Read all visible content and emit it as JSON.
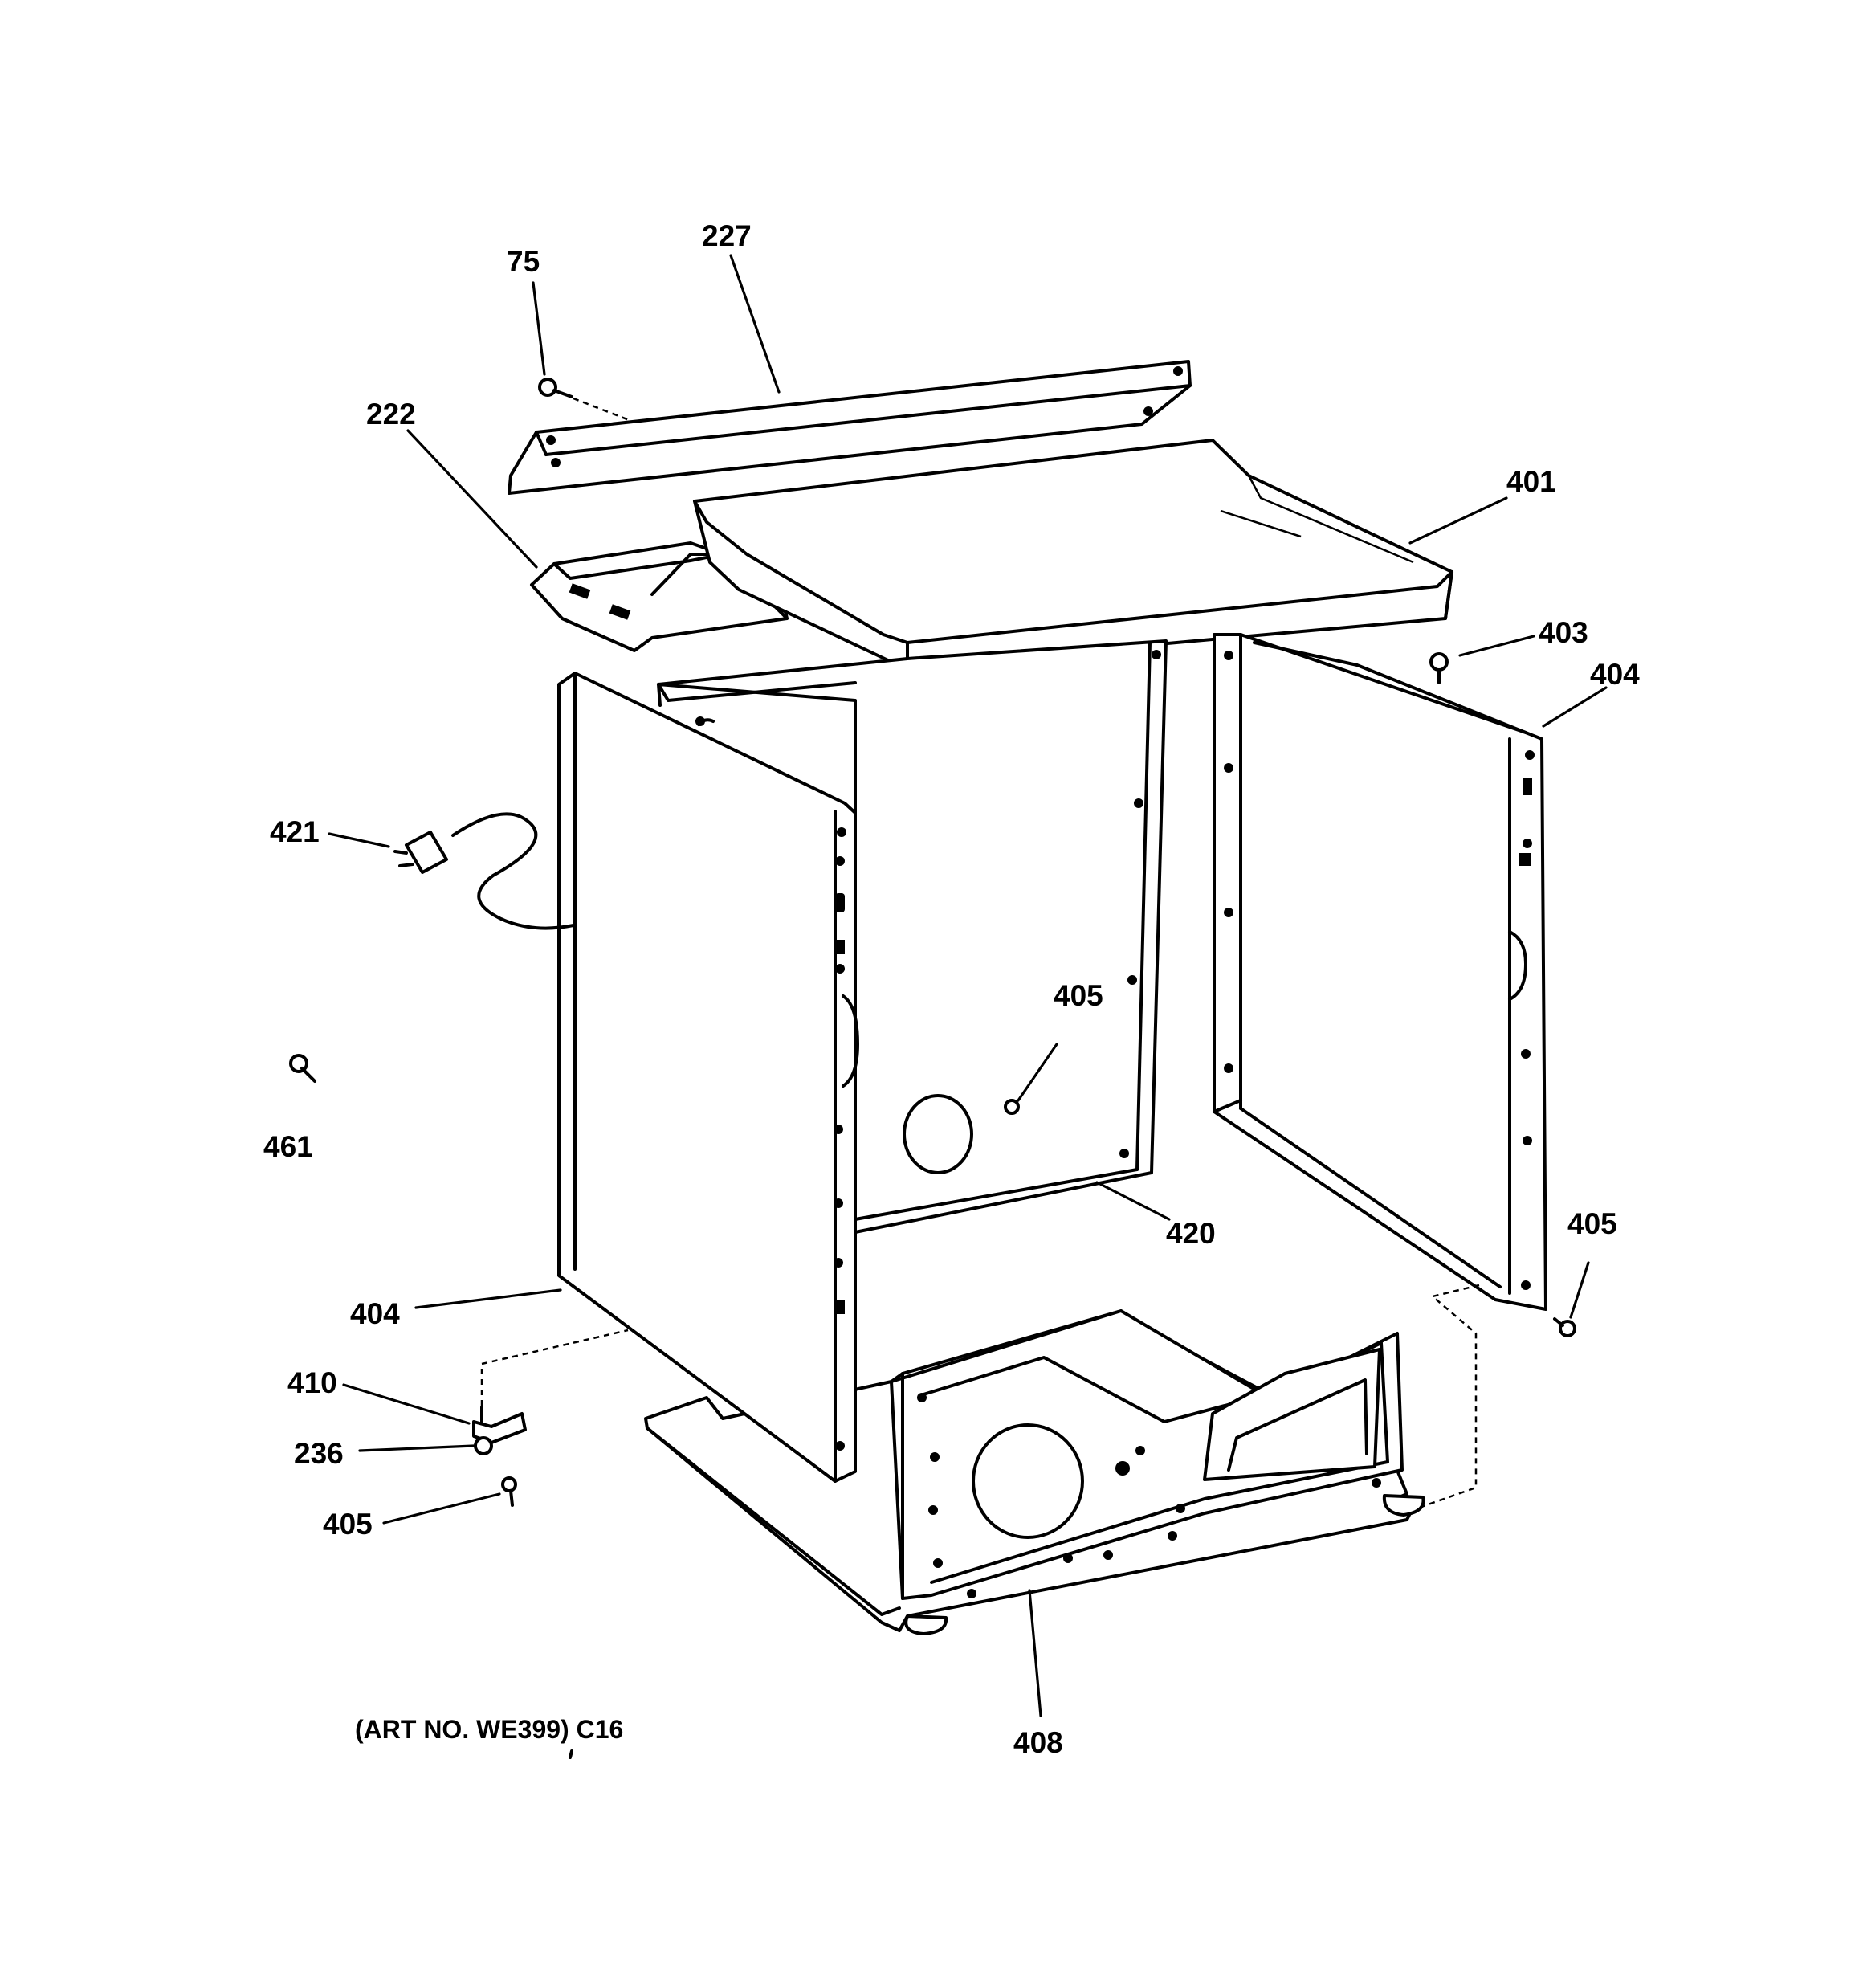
{
  "labels": {
    "p75": "75",
    "p227": "227",
    "p222": "222",
    "p401": "401",
    "p403": "403",
    "p404_right": "404",
    "p421": "421",
    "p405_center": "405",
    "p461": "461",
    "p420": "420",
    "p405_right": "405",
    "p404_left": "404",
    "p410": "410",
    "p236": "236",
    "p405_left": "405",
    "p408": "408"
  },
  "art_note": "(ART NO. WE399) C16"
}
